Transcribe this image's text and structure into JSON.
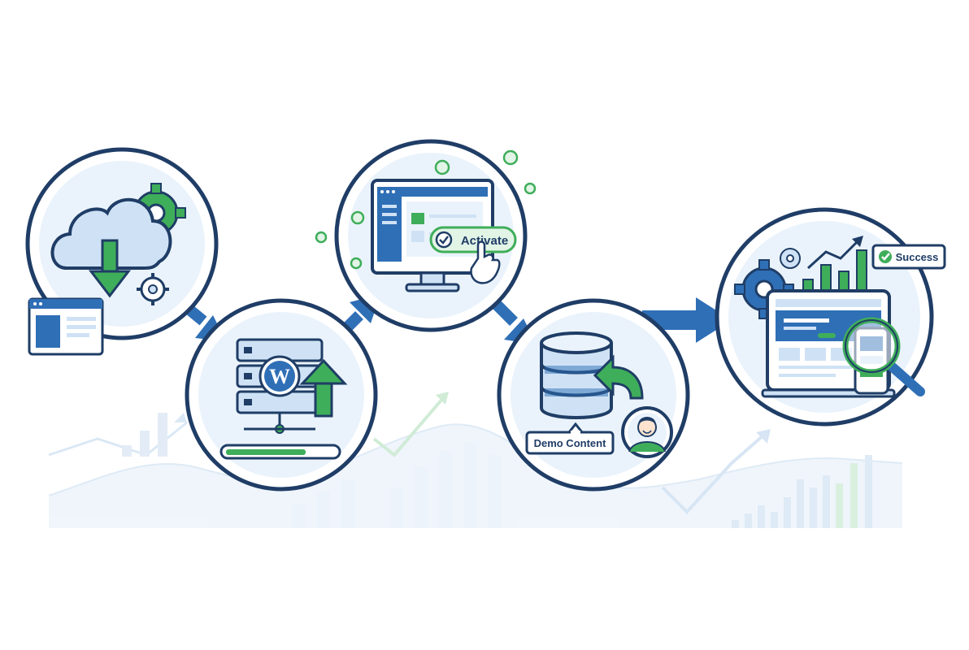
{
  "steps": [
    {
      "id": "download-theme",
      "label": ""
    },
    {
      "id": "install-wordpress",
      "label": ""
    },
    {
      "id": "activate-theme",
      "label": "Activate"
    },
    {
      "id": "import-demo-content",
      "label": "Demo Content"
    },
    {
      "id": "launch-site",
      "label": "Success"
    }
  ],
  "colors": {
    "navy": "#1f3d66",
    "blue": "#2f6fb6",
    "light_blue": "#cfe2f5",
    "circle_fill": "#eaf3fb",
    "green": "#3fae5a",
    "light_green": "#e2f4e6",
    "background_chart": "#e8f1fa"
  },
  "icons": [
    "cloud-download-icon",
    "gear-icon",
    "browser-window-icon",
    "server-icon",
    "wordpress-logo-icon",
    "upload-arrow-icon",
    "progress-bar-icon",
    "monitor-icon",
    "check-icon",
    "cursor-hand-icon",
    "database-icon",
    "import-arrow-icon",
    "user-avatar-icon",
    "tablet-icon",
    "phone-icon",
    "magnifier-icon",
    "growth-chart-icon"
  ]
}
